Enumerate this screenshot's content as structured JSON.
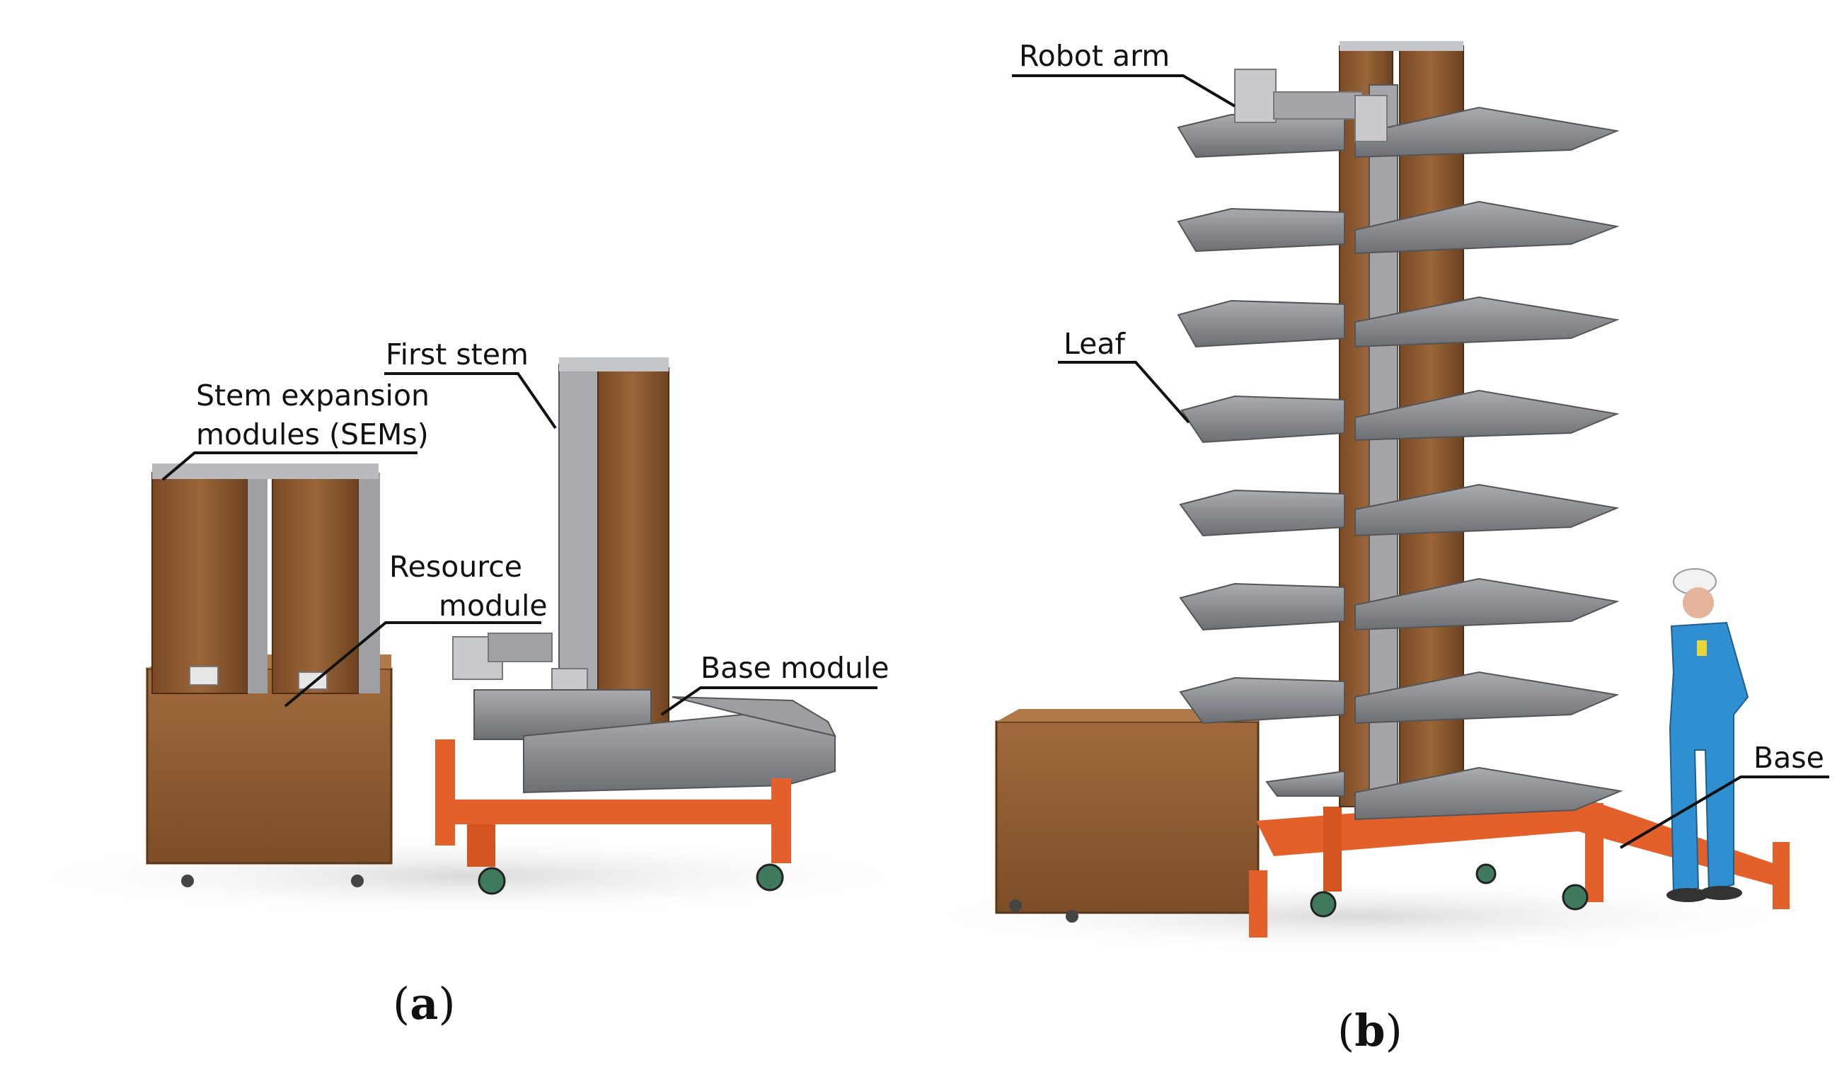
{
  "panel_a": {
    "labels": {
      "sems_line1": "Stem expansion",
      "sems_line2": "modules (SEMs)",
      "first_stem": "First stem",
      "resource_line1": "Resource",
      "resource_line2": "module",
      "base_module": "Base module"
    },
    "caption_open": "(",
    "caption_letter": "a",
    "caption_close": ")"
  },
  "panel_b": {
    "labels": {
      "robot_arm": "Robot arm",
      "leaf": "Leaf",
      "base": "Base"
    },
    "caption_open": "(",
    "caption_letter": "b",
    "caption_close": ")"
  },
  "colors": {
    "wood": "#8a5a32",
    "wood_dark": "#6e4524",
    "metal": "#8d8f93",
    "metal_dark": "#5d6064",
    "orange": "#e4602a",
    "worker_blue": "#2f8fd0"
  }
}
